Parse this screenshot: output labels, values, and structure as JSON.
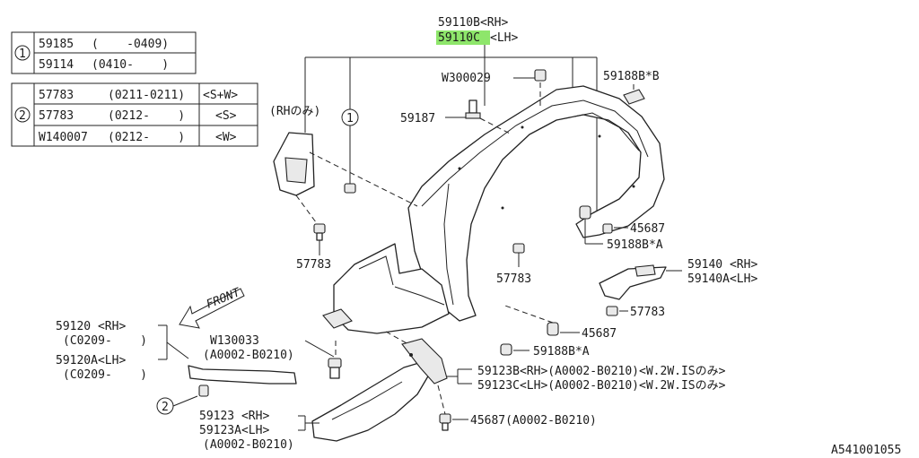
{
  "legend_table_1": {
    "ref": "1",
    "rows": [
      {
        "part": "59185",
        "range": "(    -0409)"
      },
      {
        "part": "59114",
        "range": "(0410-    )"
      }
    ]
  },
  "legend_table_2": {
    "ref": "2",
    "rows": [
      {
        "part": "57783",
        "range": "(0211-0211)",
        "variant": "<S+W>"
      },
      {
        "part": "57783",
        "range": "(0212-    )",
        "variant": "<S>"
      },
      {
        "part": "W140007",
        "range": "(0212-    )",
        "variant": "<W>"
      }
    ]
  },
  "labels": {
    "p59110b": "59110B<RH>",
    "p59110c_code": "59110C",
    "p59110c_side": "<LH>",
    "w300029": "W300029",
    "p59188b_b": "59188B*B",
    "rh_only": "(RHのみ)",
    "callout_1": "1",
    "p59187": "59187",
    "p57783_left": "57783",
    "p57783_mid": "57783",
    "p45687_top": "45687",
    "p59188b_a_top": "59188B*A",
    "p59140_rh": "59140 <RH>",
    "p59140a_lh": "59140A<LH>",
    "p57783_right": "57783",
    "p45687_mid": "45687",
    "front": "FRONT",
    "p59120_rh": "59120 <RH>",
    "p59120_c1": "(C0209-    )",
    "p59120a_lh": "59120A<LH>",
    "p59120a_c": "(C0209-    )",
    "w130033": "W130033",
    "w130033_range": "(A0002-B0210)",
    "p59188b_a_bot": "59188B*A",
    "p59123b": "59123B<RH>(A0002-B0210)<W.2W.ISのみ>",
    "p59123c": "59123C<LH>(A0002-B0210)<W.2W.ISのみ>",
    "callout_2": "2",
    "p59123_rh": "59123 <RH>",
    "p59123a_lh": "59123A<LH>",
    "p59123_range": "(A0002-B0210)",
    "p45687_bot": "45687(A0002-B0210)",
    "drawing_id": "A541001055"
  },
  "colors": {
    "highlight": "#8ee66b",
    "ink": "#222222"
  }
}
